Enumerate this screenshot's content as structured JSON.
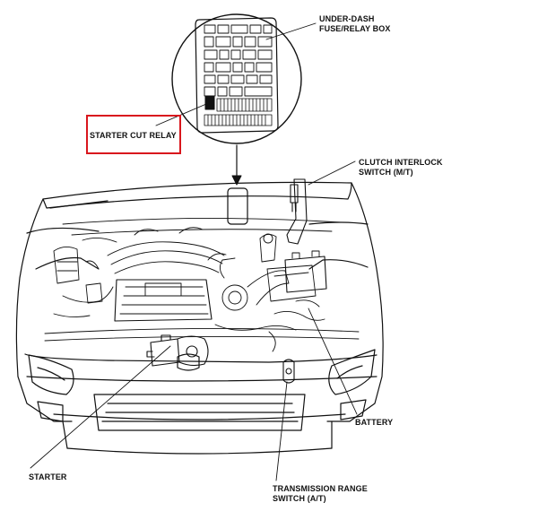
{
  "labels": {
    "under_dash_fuse_box": {
      "line1": "UNDER-DASH",
      "line2": "FUSE/RELAY BOX"
    },
    "starter_cut_relay": "STARTER CUT RELAY",
    "clutch_interlock_switch": {
      "line1": "CLUTCH  INTERLOCK",
      "line2": "SWITCH (M/T)"
    },
    "battery": "BATTERY",
    "starter": "STARTER",
    "transmission_range_switch": {
      "line1": "TRANSMISSION RANGE",
      "line2": "SWITCH (A/T)"
    }
  },
  "colors": {
    "highlight_box": "#d9161d",
    "line": "#111111",
    "background": "#ffffff"
  }
}
